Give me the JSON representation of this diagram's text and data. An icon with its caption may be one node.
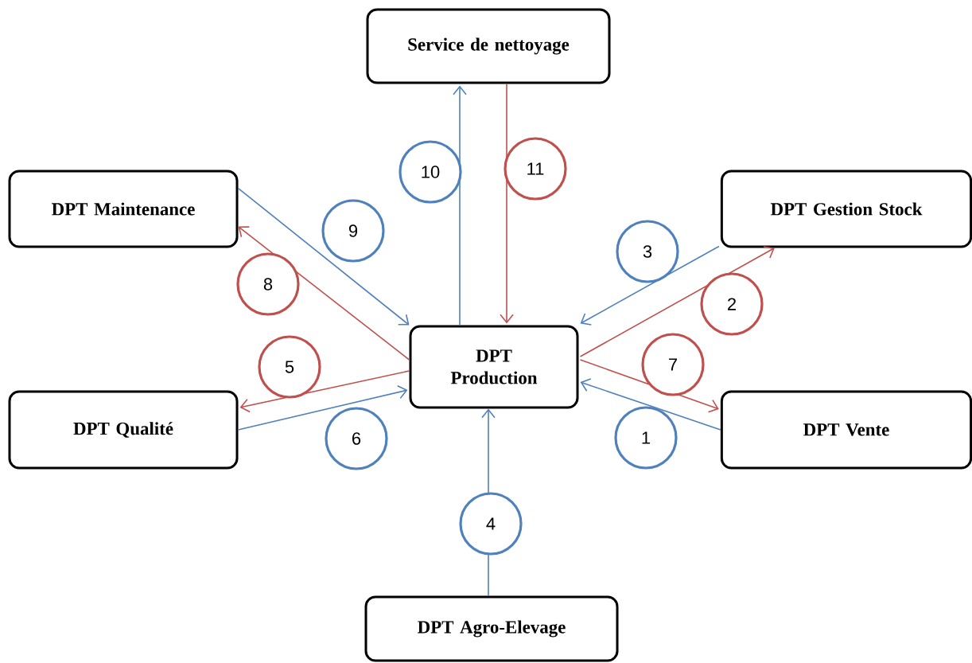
{
  "diagram": {
    "nodes": [
      {
        "text": [
          "Service de nettoyage"
        ]
      },
      {
        "text": [
          "DPT Maintenance"
        ]
      },
      {
        "text": [
          "DPT Gestion Stock"
        ]
      },
      {
        "text": [
          "DPT Production"
        ]
      },
      {
        "text": [
          "DPT Qualité"
        ]
      },
      {
        "text": [
          "DPT Vente"
        ]
      },
      {
        "text": [
          "DPT Agro-Elevage"
        ]
      }
    ],
    "edges": [
      {
        "from": 6,
        "to": 3,
        "arrow": "to",
        "label": "4",
        "color": "#4f81bd"
      },
      {
        "from": 5,
        "to": 3,
        "arrow": "to",
        "label": "1",
        "color": "#4f81bd"
      },
      {
        "from": 3,
        "to": 5,
        "arrow": "to",
        "label": "7",
        "color": "#c0504d"
      },
      {
        "from": 2,
        "to": 3,
        "arrow": "to",
        "label": "3",
        "color": "#4f81bd"
      },
      {
        "from": 3,
        "to": 2,
        "arrow": "to",
        "label": "2",
        "color": "#c0504d"
      },
      {
        "from": 3,
        "to": 0,
        "arrow": "to",
        "label": "10",
        "color": "#4f81bd"
      },
      {
        "from": 0,
        "to": 3,
        "arrow": "to",
        "label": "11",
        "color": "#c0504d"
      },
      {
        "from": 1,
        "to": 3,
        "arrow": "to",
        "label": "9",
        "color": "#4f81bd"
      },
      {
        "from": 3,
        "to": 1,
        "arrow": "to",
        "label": "8",
        "color": "#c0504d"
      },
      {
        "from": 3,
        "to": 4,
        "arrow": "to",
        "label": "5",
        "color": "#c0504d"
      },
      {
        "from": 4,
        "to": 3,
        "arrow": "to",
        "label": "6",
        "color": "#4f81bd"
      }
    ]
  }
}
